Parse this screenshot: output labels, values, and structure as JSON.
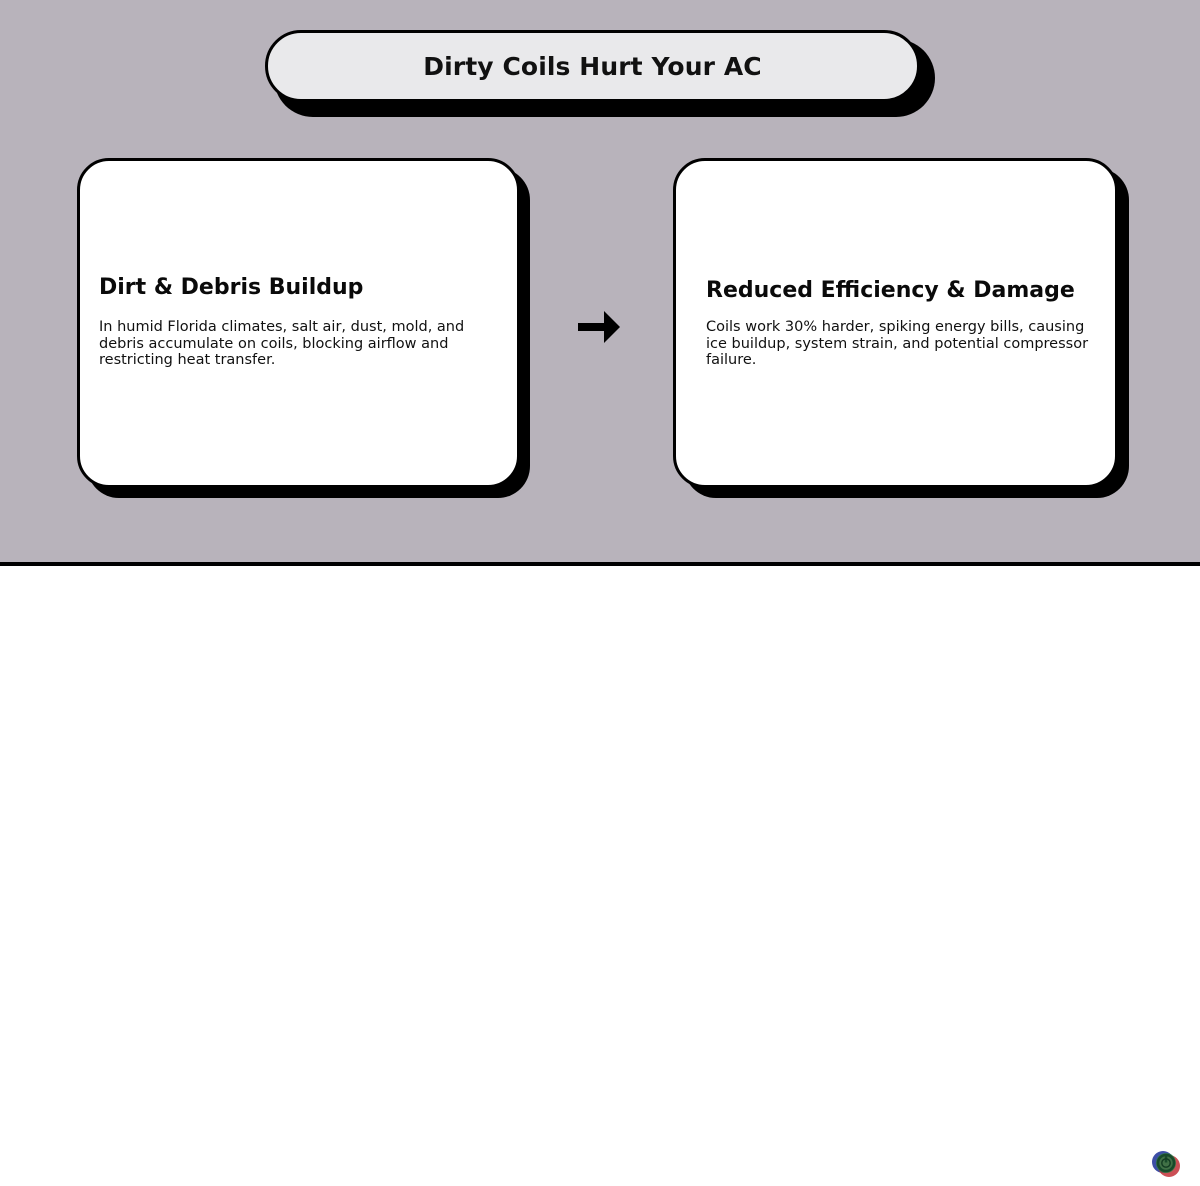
{
  "page": {
    "background_color": "#b8b3bb",
    "footer_background_color": "#ffffff",
    "divider_color": "#000000"
  },
  "title": {
    "text": "Dirty Coils Hurt Your AC",
    "fill_color": "#e9e9eb",
    "border_color": "#000000"
  },
  "flow": {
    "arrow_icon": "arrow-right-icon",
    "arrow_glyph": "→",
    "arrow_color": "#000000"
  },
  "cards": [
    {
      "id": "dirt-debris-buildup",
      "heading": "Dirt & Debris Buildup",
      "body": "In humid Florida climates, salt air, dust, mold, and debris accumulate on coils, blocking airflow and restricting heat transfer.",
      "fill_color": "#ffffff",
      "border_color": "#000000"
    },
    {
      "id": "reduced-efficiency-damage",
      "heading": "Reduced Efficiency & Damage",
      "body": "Coils work 30% harder, spiking energy bills, causing ice buildup, system strain, and potential compressor failure.",
      "fill_color": "#ffffff",
      "border_color": "#000000"
    }
  ],
  "footer": {
    "logo_icon": "circular-power-logo-icon",
    "logo_colors": {
      "blue": "#2d3f9e",
      "red": "#c0282f",
      "green": "#2f7d47",
      "core": "#1f5c36"
    }
  }
}
